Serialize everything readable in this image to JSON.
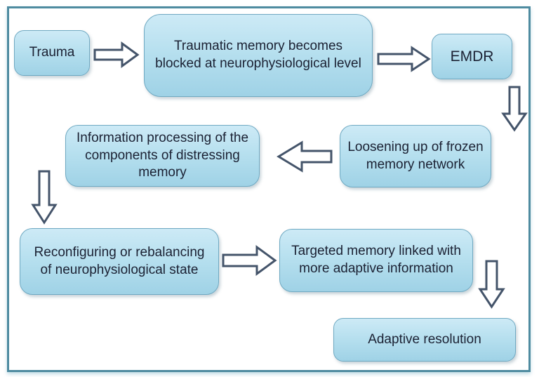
{
  "diagram_type": "flowchart",
  "nodes": [
    {
      "id": "trauma",
      "label": "Trauma"
    },
    {
      "id": "blocked-memory",
      "label": "Traumatic memory becomes blocked at neurophysiological level"
    },
    {
      "id": "emdr",
      "label": "EMDR"
    },
    {
      "id": "information-processing",
      "label": "Information processing of the components of distressing memory"
    },
    {
      "id": "loosening",
      "label": "Loosening up of frozen memory network"
    },
    {
      "id": "reconfiguring",
      "label": "Reconfiguring or rebalancing of neurophysiological state"
    },
    {
      "id": "targeted-memory",
      "label": "Targeted memory linked with more adaptive information"
    },
    {
      "id": "adaptive-resolution",
      "label": "Adaptive resolution"
    }
  ],
  "connections": [
    {
      "from": "trauma",
      "to": "blocked-memory",
      "direction": "right"
    },
    {
      "from": "blocked-memory",
      "to": "emdr",
      "direction": "right"
    },
    {
      "from": "emdr",
      "to": "loosening",
      "direction": "down"
    },
    {
      "from": "loosening",
      "to": "information-processing",
      "direction": "left"
    },
    {
      "from": "information-processing",
      "to": "reconfiguring",
      "direction": "down"
    },
    {
      "from": "reconfiguring",
      "to": "targeted-memory",
      "direction": "right"
    },
    {
      "from": "targeted-memory",
      "to": "adaptive-resolution",
      "direction": "down"
    }
  ],
  "colors": {
    "background": "#ffffff",
    "frame_border": "#4e8ba0",
    "node_fill_top": "#cdeaf6",
    "node_fill_bottom": "#9fd2e6",
    "node_border": "#6fa9c2",
    "arrow_outline": "#44546a",
    "text": "#1b2133"
  }
}
